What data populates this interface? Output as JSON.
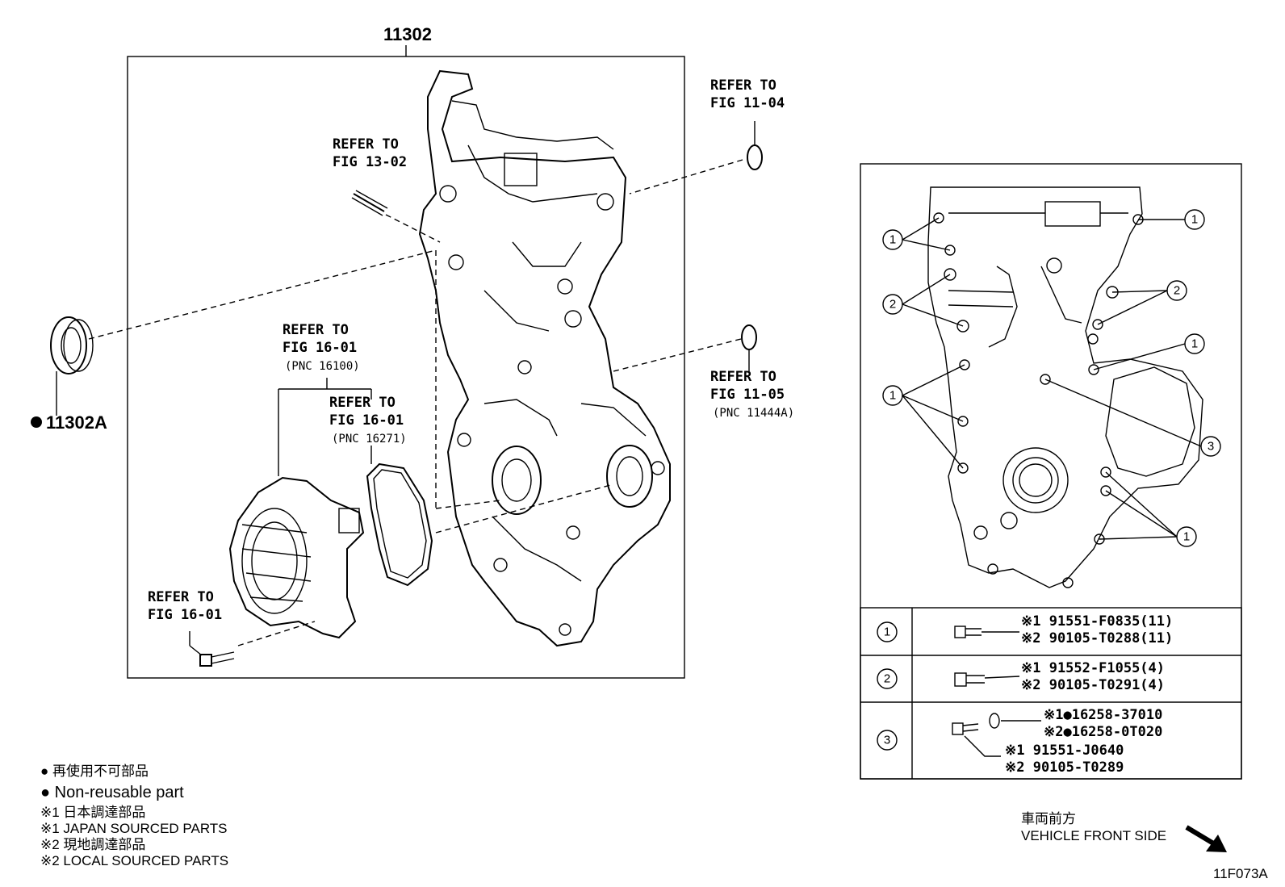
{
  "diagram": {
    "main_part_number": "11302",
    "seal_part_number": "11302A",
    "refer": [
      {
        "l1": "REFER TO",
        "l2": "FIG 11-04",
        "l3": ""
      },
      {
        "l1": "REFER TO",
        "l2": "FIG 13-02",
        "l3": ""
      },
      {
        "l1": "REFER TO",
        "l2": "FIG 16-01",
        "l3": "(PNC 16100)"
      },
      {
        "l1": "REFER TO",
        "l2": "FIG 16-01",
        "l3": "(PNC 16271)"
      },
      {
        "l1": "REFER TO",
        "l2": "FIG 11-05",
        "l3": "(PNC 11444A)"
      },
      {
        "l1": "REFER TO",
        "l2": "FIG 16-01",
        "l3": ""
      }
    ],
    "callouts": [
      "1",
      "1",
      "2",
      "2",
      "1",
      "1",
      "3",
      "1"
    ],
    "bolt_table": [
      {
        "key": "1",
        "lines": [
          "※1 91551-F0835(11)",
          "※2 90105-T0288(11)"
        ]
      },
      {
        "key": "2",
        "lines": [
          "※1 91552-F1055(4)",
          "※2 90105-T0291(4)"
        ]
      },
      {
        "key": "3",
        "lines": [
          "※1●16258-37010",
          "※2●16258-0T020",
          "※1 91551-J0640",
          "※2 90105-T0289"
        ]
      }
    ],
    "legend": [
      "● 再使用不可部品",
      "● Non-reusable part",
      "※1  日本調達部品",
      "※1  JAPAN SOURCED PARTS",
      "※2  現地調達部品",
      "※2  LOCAL SOURCED PARTS"
    ],
    "front_label_jp": "車両前方",
    "front_label_en": "VEHICLE FRONT SIDE",
    "figure_id": "11F073A"
  }
}
